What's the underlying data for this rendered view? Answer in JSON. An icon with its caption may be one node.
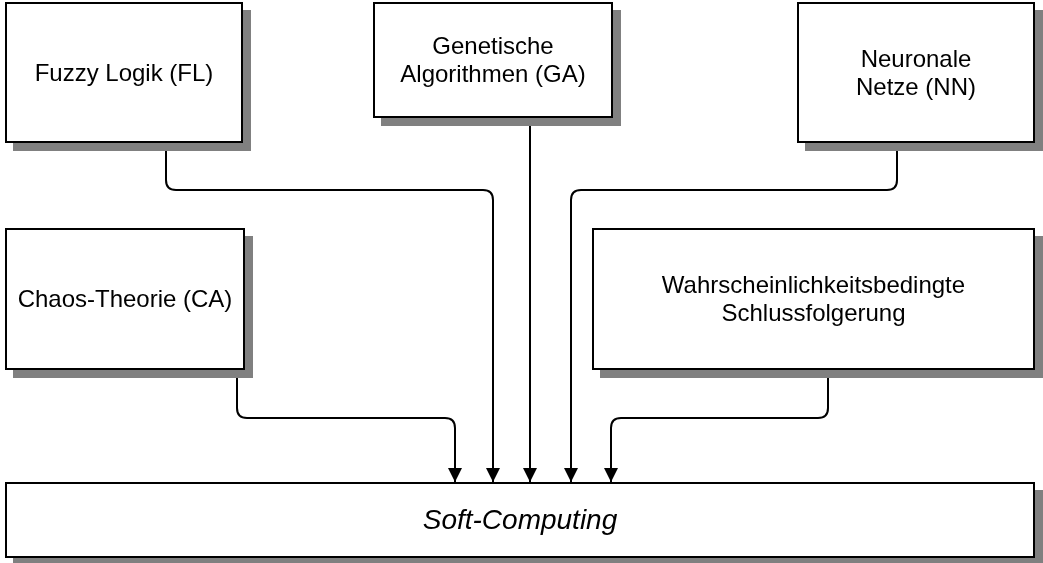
{
  "diagram": {
    "nodes": [
      {
        "text": [
          "Fuzzy Logik (FL)"
        ]
      },
      {
        "text": [
          "Genetische Algorithmen (GA)"
        ]
      },
      {
        "text": [
          "Neuronale Netze (NN)"
        ]
      },
      {
        "text": [
          "Chaos-Theorie (CA)"
        ]
      },
      {
        "text": [
          "Wahrscheinlichkeitsbedingte Schlussfolgerung"
        ]
      },
      {
        "text": [
          "Soft-Computing"
        ]
      }
    ],
    "edges": [
      {
        "from": 0,
        "to": 5,
        "arrow": "to"
      },
      {
        "from": 1,
        "to": 5,
        "arrow": "to"
      },
      {
        "from": 2,
        "to": 5,
        "arrow": "to"
      },
      {
        "from": 3,
        "to": 5,
        "arrow": "to"
      },
      {
        "from": 4,
        "to": 5,
        "arrow": "to"
      }
    ]
  }
}
